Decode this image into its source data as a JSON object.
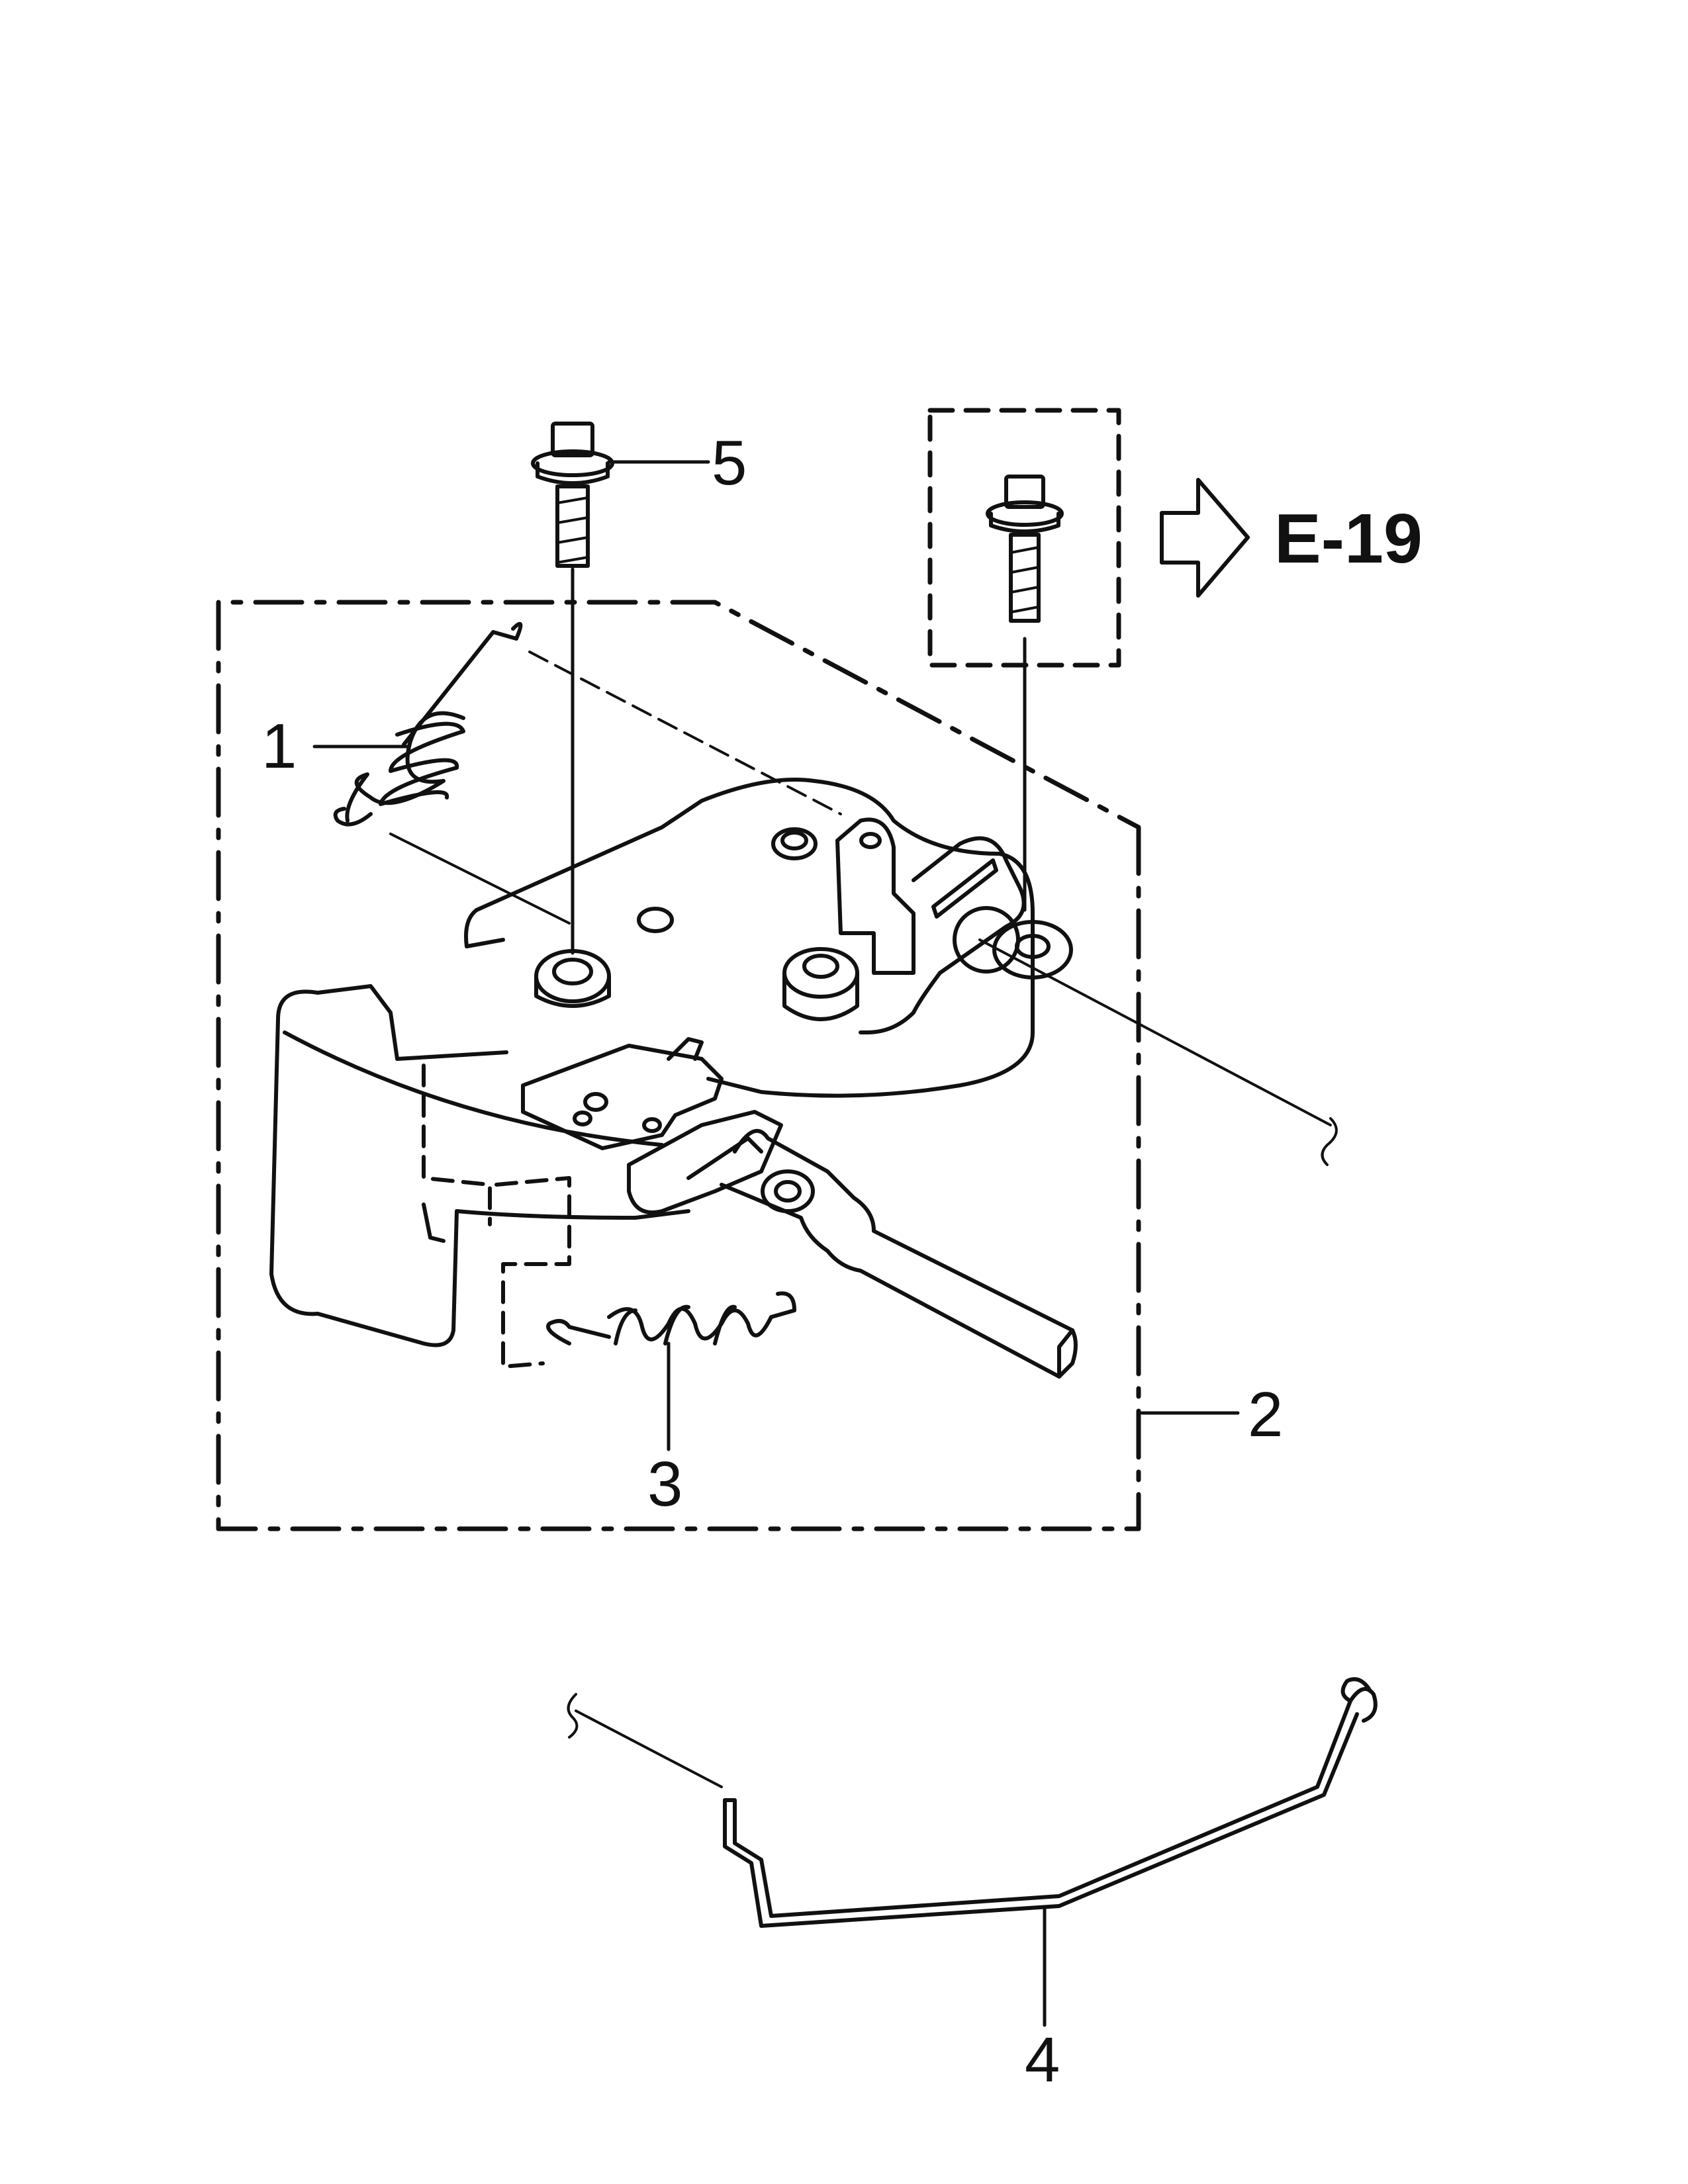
{
  "callouts": {
    "c1": "1",
    "c2": "2",
    "c3": "3",
    "c4": "4",
    "c5": "5"
  },
  "reference": {
    "label": "E-19",
    "icon": "arrow-right-outline-icon"
  },
  "colors": {
    "ink": "#111111",
    "paper": "#ffffff"
  }
}
